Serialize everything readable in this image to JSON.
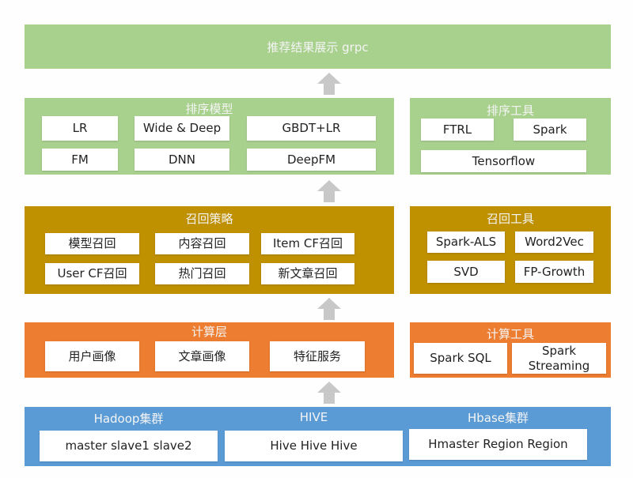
{
  "top": {
    "title": "推荐结果展示 grpc"
  },
  "ranking": {
    "title": "排序模型",
    "items": [
      "LR",
      "Wide & Deep",
      "GBDT+LR",
      "FM",
      "DNN",
      "DeepFM"
    ]
  },
  "ranking_tools": {
    "title": "排序工具",
    "items": [
      "FTRL",
      "Spark",
      "Tensorflow"
    ]
  },
  "recall": {
    "title": "召回策略",
    "items": [
      "模型召回",
      "内容召回",
      "Item CF召回",
      "User CF召回",
      "热门召回",
      "新文章召回"
    ]
  },
  "recall_tools": {
    "title": "召回工具",
    "items": [
      "Spark-ALS",
      "Word2Vec",
      "SVD",
      "FP-Growth"
    ]
  },
  "compute": {
    "title": "计算层",
    "items": [
      "用户画像",
      "文章画像",
      "特征服务"
    ]
  },
  "compute_tools": {
    "title": "计算工具",
    "items": [
      "Spark SQL",
      "Spark\nStreaming"
    ]
  },
  "storage": {
    "labels": [
      "Hadoop集群",
      "HIVE",
      "Hbase集群"
    ],
    "items": [
      "master slave1 slave2",
      "Hive Hive Hive",
      "Hmaster Region Region"
    ]
  },
  "colors": {
    "green": "#a9d18e",
    "gold": "#bf9000",
    "orange": "#ed7d31",
    "blue": "#5b9bd5",
    "arrow": "#c8c8c8"
  }
}
